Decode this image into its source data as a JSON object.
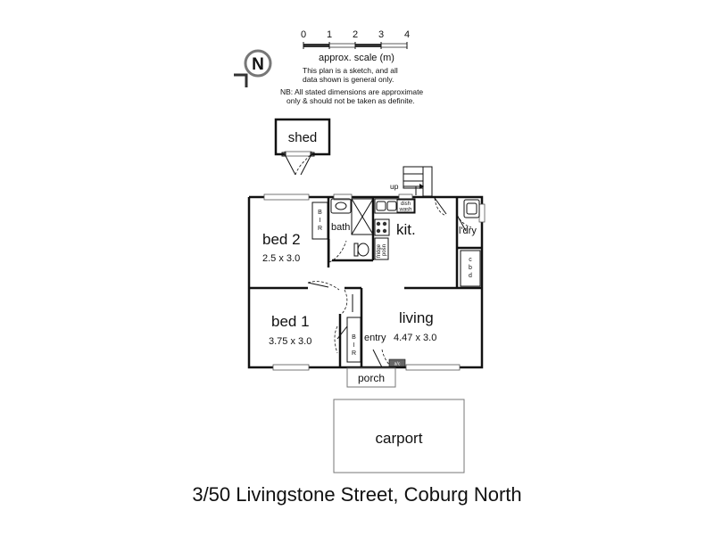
{
  "address": "3/50 Livingstone Street, Coburg North",
  "compass": {
    "letter": "N"
  },
  "scale": {
    "ticks": [
      "0",
      "1",
      "2",
      "3",
      "4"
    ],
    "label": "approx. scale (m)"
  },
  "notes": {
    "line1": "This plan is a sketch, and all",
    "line2": "data shown is general only.",
    "line3": "NB: All stated dimensions are approximate",
    "line4": "only & should not be taken as definite."
  },
  "rooms": {
    "shed": "shed",
    "bed2": {
      "name": "bed 2",
      "dims": "2.5 x 3.0"
    },
    "bed1": {
      "name": "bed 1",
      "dims": "3.75 x 3.0"
    },
    "bath": "bath",
    "kitchen": "kit.",
    "laundry": "l'dry",
    "living": {
      "name": "living",
      "dims": "4.47 x 3.0"
    },
    "entry": "entry",
    "porch": "porch",
    "carport": "carport"
  },
  "fixtures": {
    "bir_top": [
      "B",
      "I",
      "R"
    ],
    "bir_bottom": [
      "B",
      "I",
      "R"
    ],
    "cbd": [
      "c",
      "b",
      "d"
    ],
    "dishwash": [
      "dish",
      "wash"
    ],
    "fridge": [
      "fridge",
      "posn"
    ],
    "stairs_up": "up",
    "ac": "a/c"
  }
}
